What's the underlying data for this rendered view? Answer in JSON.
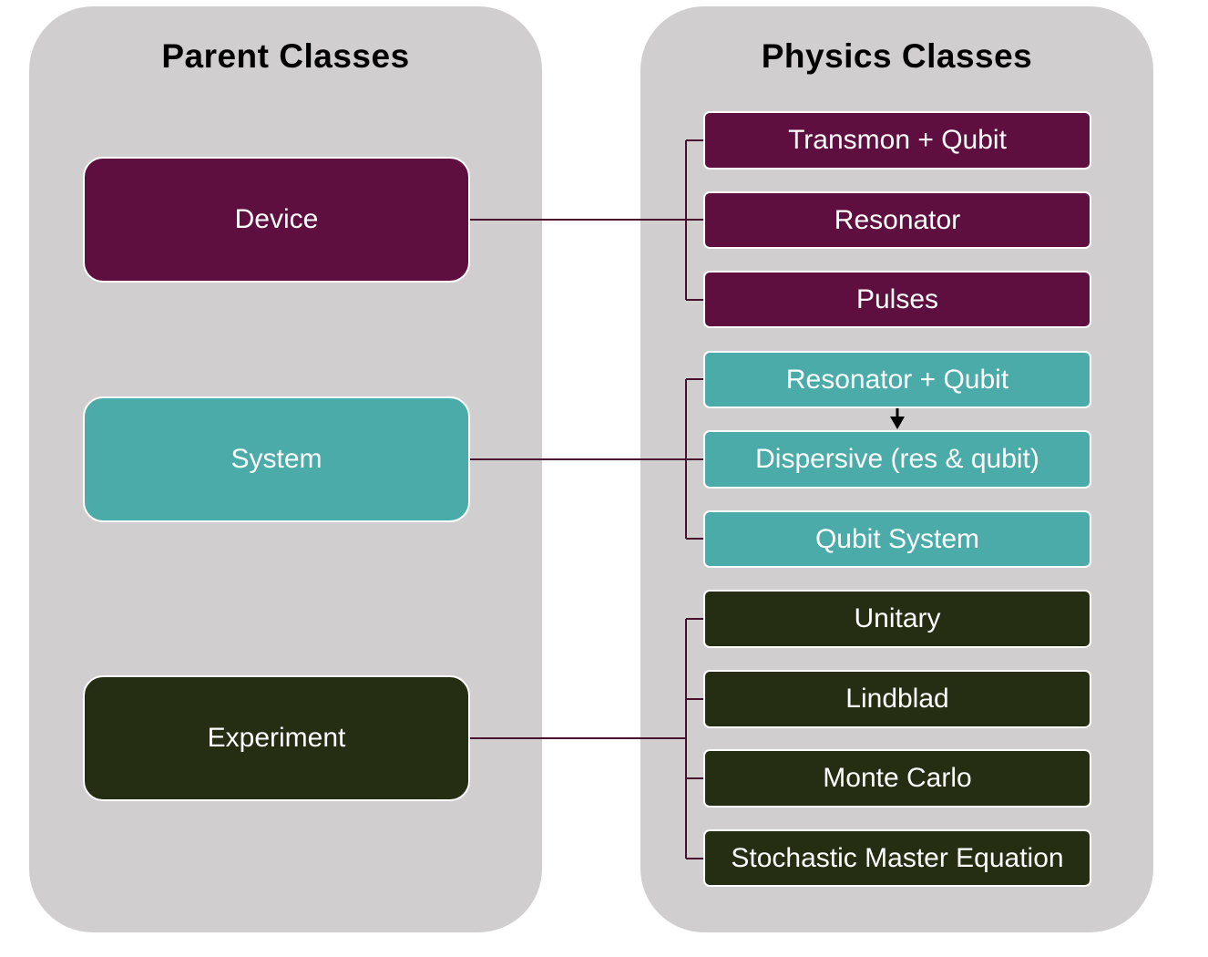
{
  "colors": {
    "device": "#5f0f3f",
    "system": "#4aaba9",
    "experiment": "#252e13",
    "panel": "#d0cece",
    "connector": "#4a1030",
    "arrow": "#000000"
  },
  "left_panel": {
    "title": "Parent Classes"
  },
  "right_panel": {
    "title": "Physics Classes"
  },
  "parents": {
    "device": {
      "label": "Device"
    },
    "system": {
      "label": "System"
    },
    "experiment": {
      "label": "Experiment"
    }
  },
  "children": {
    "device": [
      "Transmon + Qubit",
      "Resonator",
      "Pulses"
    ],
    "system": [
      "Resonator + Qubit",
      "Dispersive (res & qubit)",
      "Qubit System"
    ],
    "experiment": [
      "Unitary",
      "Lindblad",
      "Monte Carlo",
      "Stochastic Master Equation"
    ]
  }
}
